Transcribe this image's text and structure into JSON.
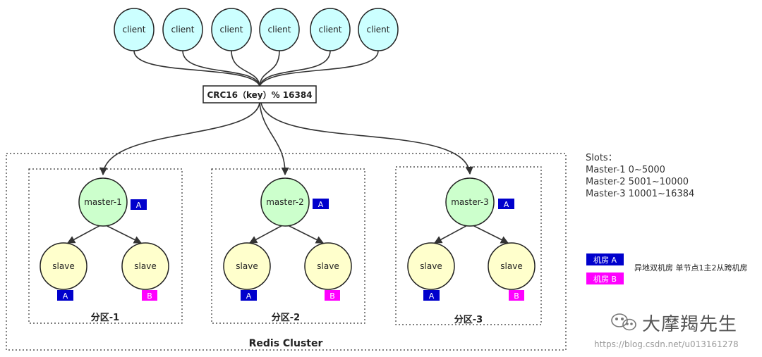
{
  "clients": [
    "client",
    "client",
    "client",
    "client",
    "client",
    "client"
  ],
  "hash_box": "CRC16（key）% 16384",
  "cluster_label": "Redis Cluster",
  "partitions": [
    {
      "label": "分区-1",
      "master": "master-1",
      "master_dc": "A",
      "slaves": [
        {
          "label": "slave",
          "dc": "A"
        },
        {
          "label": "slave",
          "dc": "B"
        }
      ]
    },
    {
      "label": "分区-2",
      "master": "master-2",
      "master_dc": "A",
      "slaves": [
        {
          "label": "slave",
          "dc": "A"
        },
        {
          "label": "slave",
          "dc": "B"
        }
      ]
    },
    {
      "label": "分区-3",
      "master": "master-3",
      "master_dc": "A",
      "slaves": [
        {
          "label": "slave",
          "dc": "A"
        },
        {
          "label": "slave",
          "dc": "B"
        }
      ]
    }
  ],
  "slots": {
    "title": "Slots：",
    "lines": [
      "Master-1 0~5000",
      "Master-2 5001~10000",
      "Master-3 10001~16384"
    ]
  },
  "legend": {
    "a_label": "机房 A",
    "b_label": "机房 B",
    "note": "异地双机房 单节点1主2从跨机房"
  },
  "watermark": {
    "brand": "大摩羯先生",
    "url": "https://blog.csdn.net/u013161278"
  },
  "colors": {
    "client_fill": "#ccffff",
    "master_fill": "#ccffcc",
    "slave_fill": "#ffffcc",
    "dc_a": "#0000cc",
    "dc_b": "#ff00ff"
  }
}
